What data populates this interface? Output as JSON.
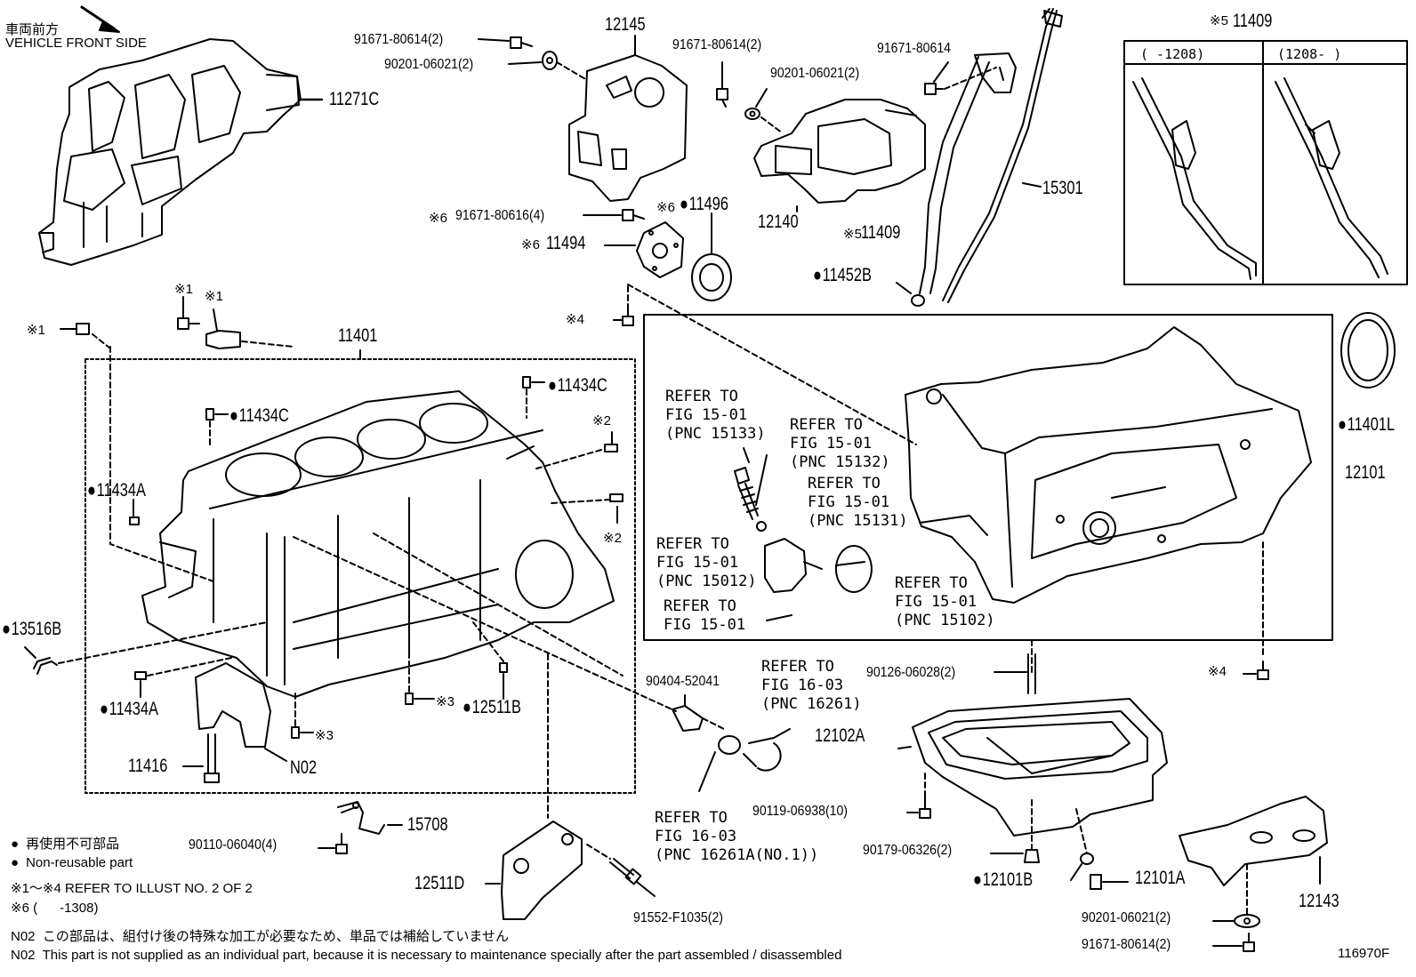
{
  "header": {
    "front_jp": "車両前方",
    "front_en": "VEHICLE FRONT SIDE"
  },
  "labels": {
    "p11271c": "11271C",
    "p12145": "12145",
    "b91671_a": "91671-80614(2)",
    "w90201_a": "90201-06021(2)",
    "b91671_b": "91671-80614(2)",
    "w90201_b": "90201-06021(2)",
    "b91671_c": "91671-80614",
    "p12140": "12140",
    "p15301": "15301",
    "p11409": "11409",
    "m11409": "※5",
    "b91671_d": "91671-80616(4)",
    "m91671_d": "※6",
    "p11496": "11496",
    "m11496": "※6",
    "p11494": "11494",
    "m11494": "※6",
    "p11452b": "11452B",
    "m4a": "※4",
    "m1a": "※1",
    "m1b": "※1",
    "m1c": "※1",
    "p11401": "11401",
    "p11434c_a": "11434C",
    "p11434c_b": "11434C",
    "p11434a_a": "11434A",
    "p11434a_b": "11434A",
    "m2a": "※2",
    "m2b": "※2",
    "m3a": "※3",
    "m3b": "※3",
    "p13516b": "13516B",
    "p12511b": "12511B",
    "p11416": "11416",
    "n02": "N02",
    "p11401l": "11401L",
    "p12101": "12101",
    "b90404": "90404-52041",
    "b90126": "90126-06028(2)",
    "m4b": "※4",
    "p12102a": "12102A",
    "b90119": "90119-06938(10)",
    "b90179": "90179-06326(2)",
    "p12101b": "12101B",
    "p12101a": "12101A",
    "p12143": "12143",
    "w90201_c": "90201-06021(2)",
    "b91671_e": "91671-80614(2)",
    "p12511d": "12511D",
    "b91552": "91552-F1035(2)",
    "b90110": "90110-06040(4)",
    "p15708": "15708",
    "fig_id": "116970F"
  },
  "inset_11409": {
    "title_mark": "※5",
    "title": "11409",
    "col1": "(    -1208)",
    "col2": "(1208-     )"
  },
  "refs": {
    "r15133": "REFER TO\nFIG 15-01\n(PNC 15133)",
    "r15132": "REFER TO\nFIG 15-01\n(PNC 15132)",
    "r15131": "REFER TO\nFIG 15-01\n(PNC 15131)",
    "r15012": "REFER TO\nFIG 15-01\n(PNC 15012)",
    "r15_01": "REFER TO\nFIG 15-01",
    "r15102": "REFER TO\nFIG 15-01\n(PNC 15102)",
    "r16261": "REFER TO\nFIG 16-03\n(PNC 16261)",
    "r16261a": "REFER TO\nFIG 16-03\n(PNC 16261A(NO.1))"
  },
  "legend": {
    "nonreuse_jp": "再使用不可部品",
    "nonreuse_en": "Non-reusable part",
    "refer_note": "※1～※4  REFER TO ILLUST NO. 2 OF 2",
    "note6": "※6 (      -1308)",
    "n02_jp_code": "N02",
    "n02_jp": "この部品は、組付け後の特殊な加工が必要なため、単品では補給していません",
    "n02_en_code": "N02",
    "n02_en": "This part is not supplied as an individual part, because it is necessary to maintenance specially after the part assembled / disassembled"
  }
}
